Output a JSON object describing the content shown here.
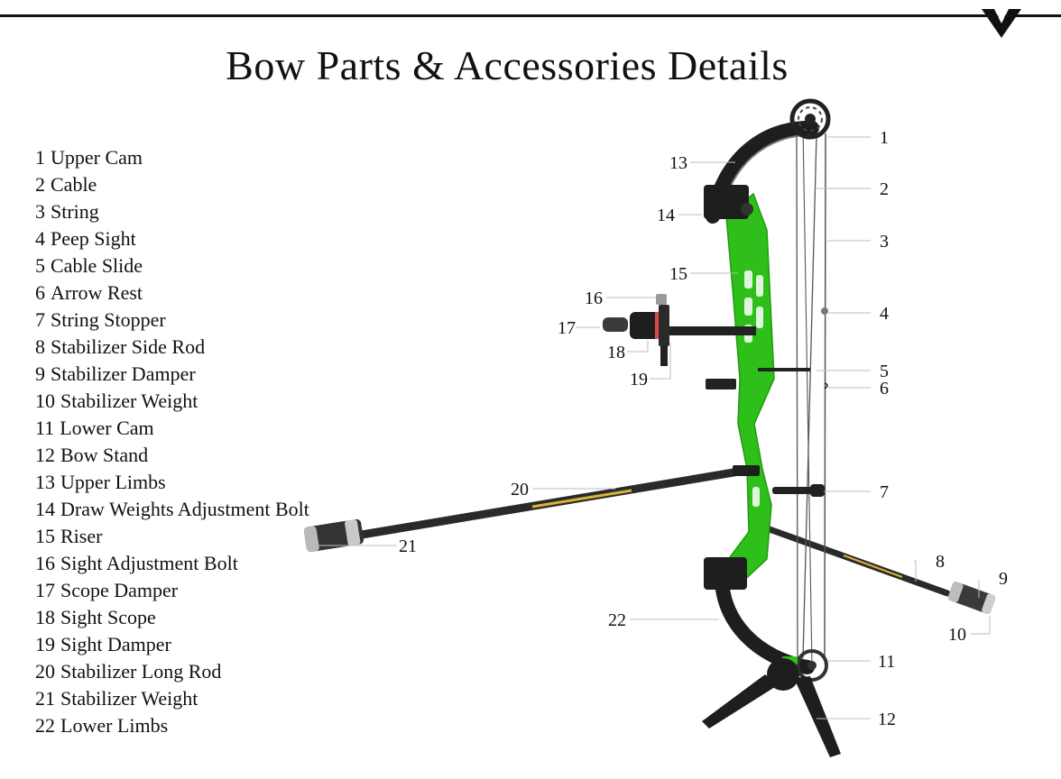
{
  "header": {
    "title": "Bow Parts & Accessories Details",
    "logo_icon": "chevron-v-logo-icon"
  },
  "parts": [
    {
      "num": "1",
      "name": "Upper Cam"
    },
    {
      "num": "2",
      "name": "Cable"
    },
    {
      "num": "3",
      "name": "String"
    },
    {
      "num": "4",
      "name": "Peep Sight"
    },
    {
      "num": "5",
      "name": "Cable Slide"
    },
    {
      "num": "6",
      "name": "Arrow Rest"
    },
    {
      "num": "7",
      "name": "String Stopper"
    },
    {
      "num": "8",
      "name": "Stabilizer Side Rod"
    },
    {
      "num": "9",
      "name": "Stabilizer Damper"
    },
    {
      "num": "10",
      "name": "Stabilizer Weight"
    },
    {
      "num": "11",
      "name": "Lower Cam"
    },
    {
      "num": "12",
      "name": "Bow Stand"
    },
    {
      "num": "13",
      "name": "Upper Limbs"
    },
    {
      "num": "14",
      "name": "Draw Weights Adjustment Bolt"
    },
    {
      "num": "15",
      "name": "Riser"
    },
    {
      "num": "16",
      "name": "Sight Adjustment Bolt"
    },
    {
      "num": "17",
      "name": "Scope Damper"
    },
    {
      "num": "18",
      "name": "Sight Scope"
    },
    {
      "num": "19",
      "name": "Sight Damper"
    },
    {
      "num": "20",
      "name": "Stabilizer Long Rod"
    },
    {
      "num": "21",
      "name": "Stabilizer Weight"
    },
    {
      "num": "22",
      "name": "Lower Limbs"
    }
  ],
  "callouts": [
    "1",
    "2",
    "3",
    "4",
    "5",
    "6",
    "7",
    "8",
    "9",
    "10",
    "11",
    "12",
    "13",
    "14",
    "15",
    "16",
    "17",
    "18",
    "19",
    "20",
    "21",
    "22"
  ],
  "colors": {
    "riser": "#2fbf1a",
    "riser_dark": "#1f9a10",
    "carbon": "#2a2a2a",
    "leader_line": "#bdbdbd",
    "text": "#111111"
  }
}
